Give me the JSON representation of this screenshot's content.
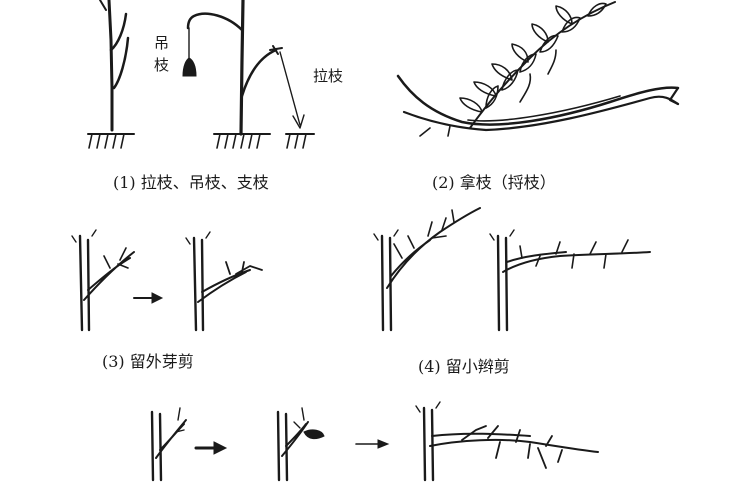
{
  "figure": {
    "panel1": {
      "caption": "(1) 拉枝、吊枝、支枝",
      "label_hang": [
        "吊",
        "枝"
      ],
      "label_pull": "拉枝"
    },
    "panel2": {
      "caption": "(2) 拿枝（捋枝）"
    },
    "panel3": {
      "caption": "(3) 留外芽剪"
    },
    "panel4": {
      "caption": "(4) 留小辫剪"
    }
  }
}
